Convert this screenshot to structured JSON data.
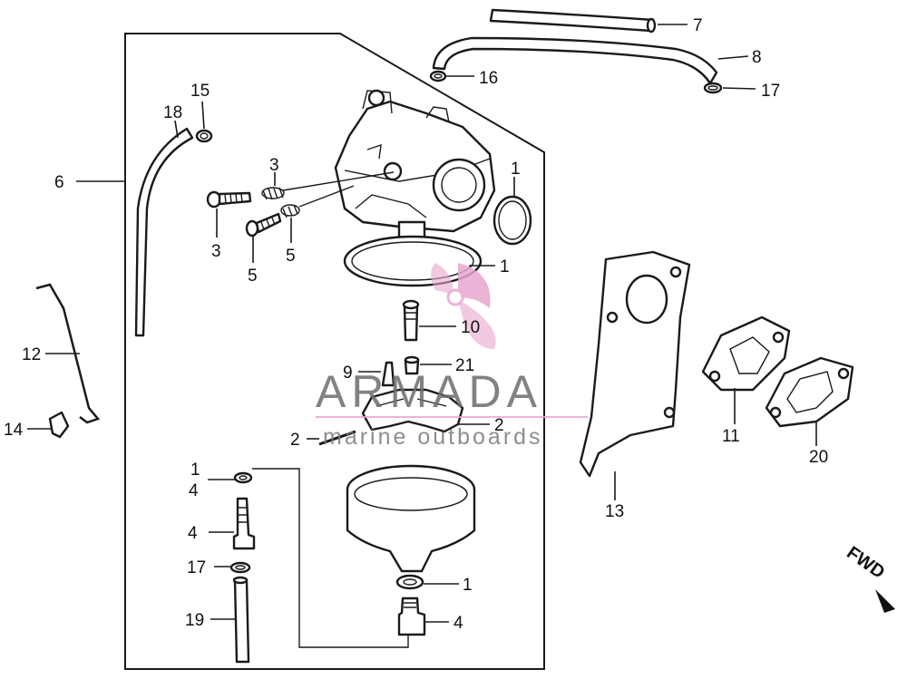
{
  "callouts": [
    {
      "id": "c1-gasket-carb",
      "text": "1"
    },
    {
      "id": "c1-oring",
      "text": "1"
    },
    {
      "id": "c1-left",
      "text": "1"
    },
    {
      "id": "c1-bottom",
      "text": "1"
    },
    {
      "id": "c2-float",
      "text": "2"
    },
    {
      "id": "c2-pin",
      "text": "2"
    },
    {
      "id": "c3-top",
      "text": "3"
    },
    {
      "id": "c3-bottom",
      "text": "3"
    },
    {
      "id": "c4-upper",
      "text": "4"
    },
    {
      "id": "c4-middle",
      "text": "4"
    },
    {
      "id": "c4-bottom",
      "text": "4"
    },
    {
      "id": "c5-left",
      "text": "5"
    },
    {
      "id": "c5-right",
      "text": "5"
    },
    {
      "id": "c6",
      "text": "6"
    },
    {
      "id": "c7",
      "text": "7"
    },
    {
      "id": "c8",
      "text": "8"
    },
    {
      "id": "c9",
      "text": "9"
    },
    {
      "id": "c10",
      "text": "10"
    },
    {
      "id": "c11",
      "text": "11"
    },
    {
      "id": "c12",
      "text": "12"
    },
    {
      "id": "c13",
      "text": "13"
    },
    {
      "id": "c14",
      "text": "14"
    },
    {
      "id": "c15",
      "text": "15"
    },
    {
      "id": "c16",
      "text": "16"
    },
    {
      "id": "c17-top",
      "text": "17"
    },
    {
      "id": "c17-right",
      "text": "17"
    },
    {
      "id": "c18",
      "text": "18"
    },
    {
      "id": "c19",
      "text": "19"
    },
    {
      "id": "c20",
      "text": "20"
    },
    {
      "id": "c21",
      "text": "21"
    }
  ],
  "direction_label": "FWD",
  "watermark": {
    "brand": "ARMADA",
    "tagline": "marine outboards",
    "logo_color": "#e8a6cf"
  },
  "colors": {
    "line": "#1a1a1a",
    "background": "#ffffff"
  }
}
